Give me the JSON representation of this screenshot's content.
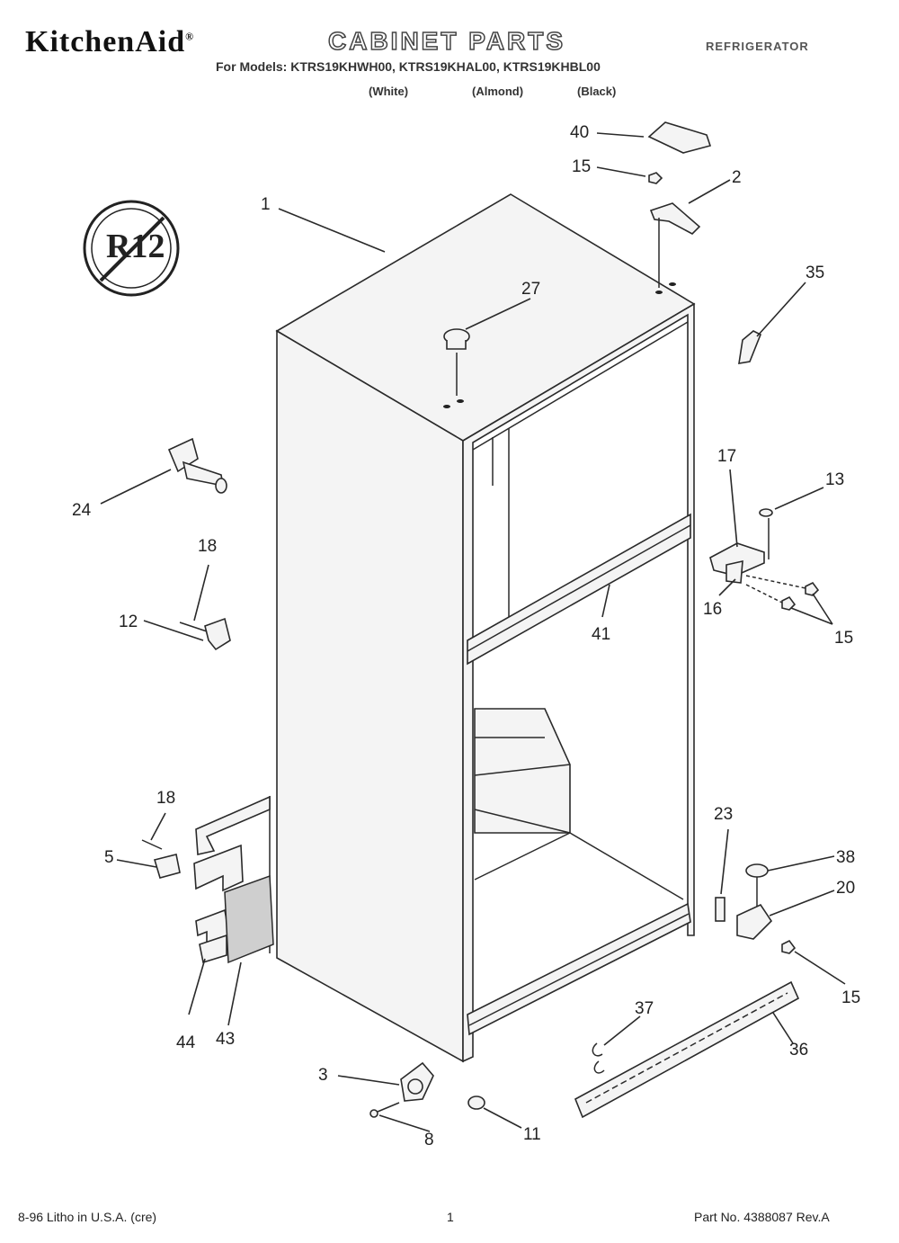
{
  "header": {
    "brand": "KitchenAid",
    "brand_mark": "®",
    "title": "CABINET PARTS",
    "product_type": "REFRIGERATOR",
    "models_line": "For Models: KTRS19KHWH00, KTRS19KHAL00, KTRS19KHBL00",
    "colors": [
      "(White)",
      "(Almond)",
      "(Black)"
    ]
  },
  "badge": {
    "text": "R12"
  },
  "callouts": [
    "40",
    "15",
    "2",
    "1",
    "27",
    "35",
    "24",
    "18",
    "12",
    "17",
    "13",
    "16",
    "15",
    "41",
    "18",
    "5",
    "23",
    "38",
    "20",
    "44",
    "43",
    "15",
    "37",
    "36",
    "3",
    "8",
    "11"
  ],
  "footer": {
    "left": "8-96 Litho in U.S.A. (cre)",
    "center": "1",
    "right": "Part No. 4388087 Rev.A"
  }
}
